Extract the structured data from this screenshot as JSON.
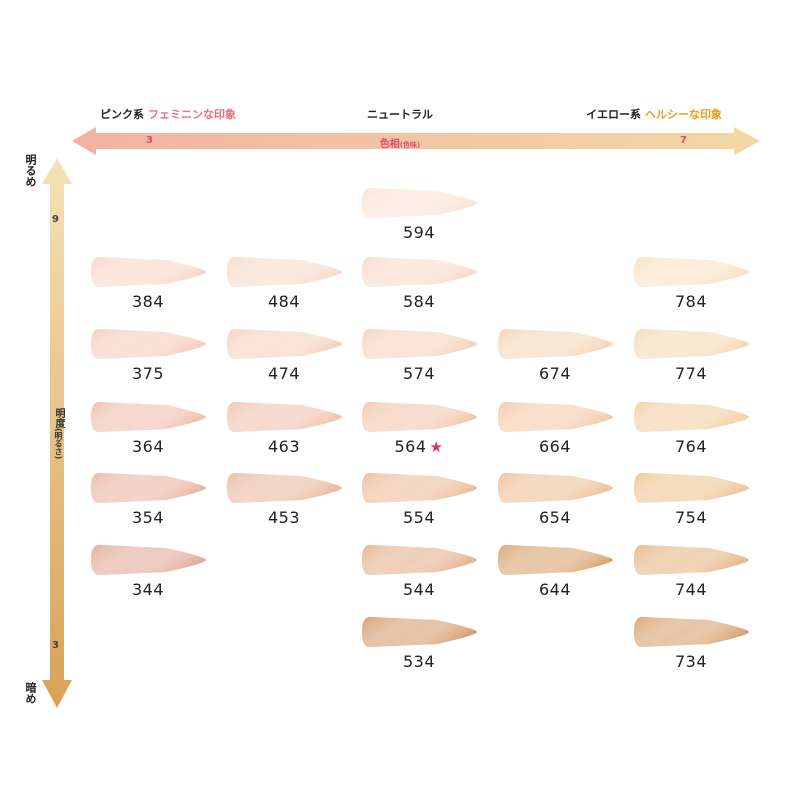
{
  "header": {
    "pink_label": "ピンク系",
    "pink_sub": "フェミニンな印象",
    "neutral_label": "ニュートラル",
    "yellow_label": "イエロー系",
    "yellow_sub": "ヘルシーな印象"
  },
  "hue_axis": {
    "title": "色相",
    "title_sub": "(色味)",
    "left_value": "3",
    "right_value": "7"
  },
  "lightness_axis": {
    "top_label": "明るめ",
    "bottom_label": "暗め",
    "title": "明度",
    "title_sub": "(明るさ)",
    "top_value": "9",
    "bottom_value": "3"
  },
  "colors": {
    "hue_arrow_left": "#f2b2a2",
    "hue_arrow_right": "#f3d9a3",
    "light_arrow_top": "#f6e2b6",
    "light_arrow_bottom": "#d6a257",
    "star": "#e0306a"
  },
  "chart_data": {
    "type": "scatter",
    "xlabel": "色相(色味)",
    "ylabel": "明度(明るさ)",
    "x_categories": [
      "3",
      "4",
      "5",
      "6",
      "7"
    ],
    "y_categories": [
      "9",
      "8",
      "7",
      "6",
      "5",
      "4",
      "3"
    ],
    "points": [
      {
        "code": "594",
        "hue": 5,
        "lightness": 9,
        "color": "#fbe4d7",
        "marked": false
      },
      {
        "code": "384",
        "hue": 3,
        "lightness": 8,
        "color": "#f8d8c9",
        "marked": false
      },
      {
        "code": "484",
        "hue": 4,
        "lightness": 8,
        "color": "#f8dccc",
        "marked": false
      },
      {
        "code": "584",
        "hue": 5,
        "lightness": 8,
        "color": "#f8dccb",
        "marked": false
      },
      {
        "code": "784",
        "hue": 7,
        "lightness": 8,
        "color": "#f9e3c4",
        "marked": false
      },
      {
        "code": "375",
        "hue": 3,
        "lightness": 7,
        "color": "#f5cfbf",
        "marked": false
      },
      {
        "code": "474",
        "hue": 4,
        "lightness": 7,
        "color": "#f6d4c2",
        "marked": false
      },
      {
        "code": "574",
        "hue": 5,
        "lightness": 7,
        "color": "#f6d5c0",
        "marked": false
      },
      {
        "code": "674",
        "hue": 6,
        "lightness": 7,
        "color": "#f6d7bc",
        "marked": false
      },
      {
        "code": "774",
        "hue": 7,
        "lightness": 7,
        "color": "#f6dbb8",
        "marked": false
      },
      {
        "code": "364",
        "hue": 3,
        "lightness": 6,
        "color": "#f0c2b0",
        "marked": false
      },
      {
        "code": "463",
        "hue": 4,
        "lightness": 6,
        "color": "#f1c6b2",
        "marked": false
      },
      {
        "code": "564",
        "hue": 5,
        "lightness": 6,
        "color": "#f2c9b0",
        "marked": true
      },
      {
        "code": "664",
        "hue": 6,
        "lightness": 6,
        "color": "#f3cdad",
        "marked": false
      },
      {
        "code": "764",
        "hue": 7,
        "lightness": 6,
        "color": "#f3d2aa",
        "marked": false
      },
      {
        "code": "354",
        "hue": 3,
        "lightness": 5,
        "color": "#ebb8a6",
        "marked": false
      },
      {
        "code": "453",
        "hue": 4,
        "lightness": 5,
        "color": "#ecbca6",
        "marked": false
      },
      {
        "code": "554",
        "hue": 5,
        "lightness": 5,
        "color": "#eebf9f",
        "marked": false
      },
      {
        "code": "654",
        "hue": 6,
        "lightness": 5,
        "color": "#efc39d",
        "marked": false
      },
      {
        "code": "754",
        "hue": 7,
        "lightness": 5,
        "color": "#efc89a",
        "marked": false
      },
      {
        "code": "344",
        "hue": 3,
        "lightness": 4,
        "color": "#e3ad9b",
        "marked": false
      },
      {
        "code": "544",
        "hue": 5,
        "lightness": 4,
        "color": "#e6b493",
        "marked": false
      },
      {
        "code": "644",
        "hue": 6,
        "lightness": 4,
        "color": "#dba775",
        "marked": false
      },
      {
        "code": "744",
        "hue": 7,
        "lightness": 4,
        "color": "#e7b98a",
        "marked": false
      },
      {
        "code": "534",
        "hue": 5,
        "lightness": 3,
        "color": "#d79f74",
        "marked": false
      },
      {
        "code": "734",
        "hue": 7,
        "lightness": 3,
        "color": "#d8a574",
        "marked": false
      }
    ]
  }
}
